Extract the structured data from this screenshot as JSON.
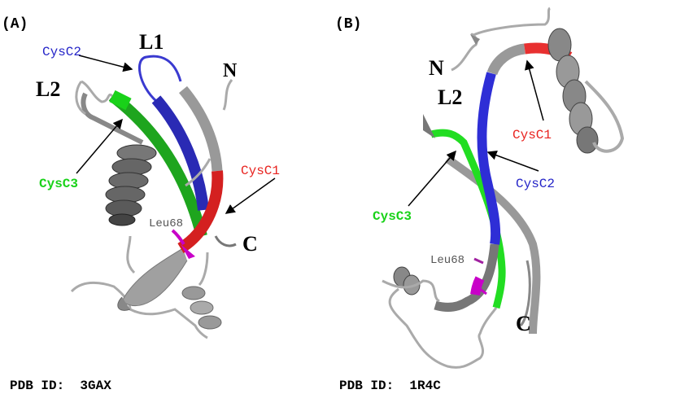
{
  "colors": {
    "cysc1": "#e8231f",
    "cysc2": "#2424c8",
    "cysc3": "#19d219",
    "leu68": "#c800c8",
    "ribbon": "#9a9a9a",
    "ribbon_dark": "#555555"
  },
  "panel_a": {
    "tag": "(A)",
    "labels": {
      "l1": "L1",
      "l2": "L2",
      "n": "N",
      "c": "C"
    },
    "cysc1": "CysC1",
    "cysc2": "CysC2",
    "cysc3": "CysC3",
    "leu68": "Leu68",
    "pdb": "PDB ID:  3GAX"
  },
  "panel_b": {
    "tag": "(B)",
    "labels": {
      "l2": "L2",
      "n": "N",
      "c": "C"
    },
    "cysc1": "CysC1",
    "cysc2": "CysC2",
    "cysc3": "CysC3",
    "leu68": "Leu68",
    "pdb": "PDB ID:  1R4C"
  }
}
